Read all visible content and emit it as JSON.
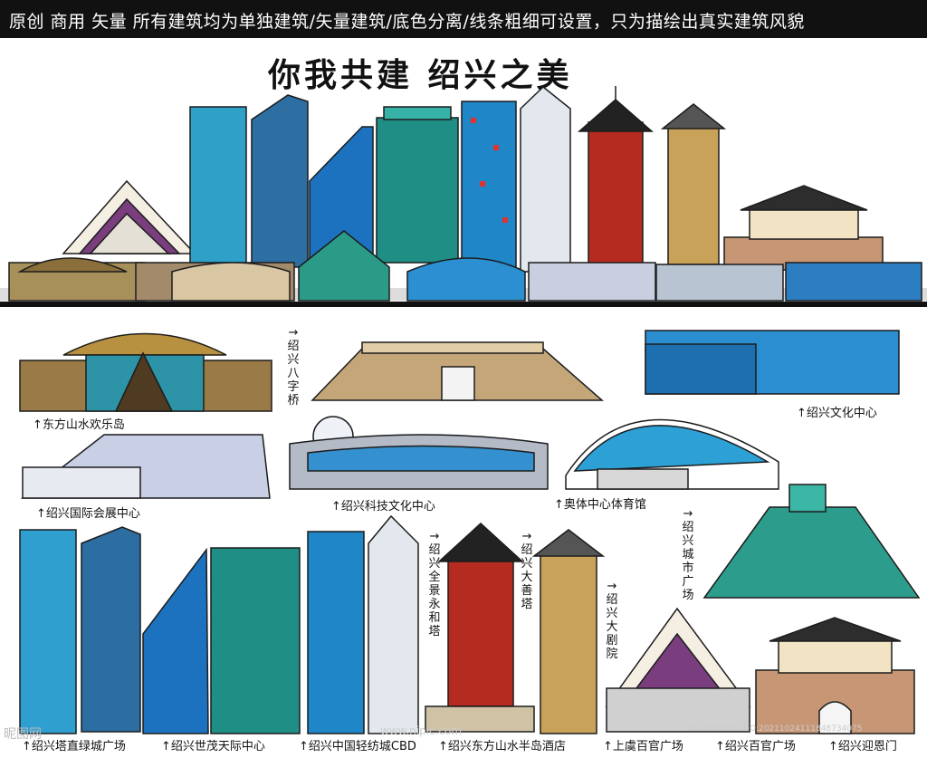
{
  "header": {
    "banner": "原创 商用 矢量 所有建筑均为单独建筑/矢量建筑/底色分离/线条粗细可设置，只为描绘出真实建筑风貌",
    "title": "你我共建 绍兴之美"
  },
  "labels": [
    "↑东方山水欢乐岛",
    "↑绍兴国际会展中心",
    "↑绍兴科技文化中心",
    "↑奥体中心体育馆",
    "↑绍兴文化中心",
    "↑绍兴塔直绿城广场",
    "↑绍兴世茂天际中心",
    "↑绍兴中国轻纺城CBD",
    "↑绍兴东方山水半岛酒店",
    "↑上虞百官广场",
    "↑绍兴百官广场",
    "↑绍兴迎恩门"
  ],
  "vertical_labels": [
    "→绍兴八字桥",
    "→绍兴全景永和塔",
    "→绍兴大善塔",
    "→绍兴大剧院",
    "→绍兴城市广场"
  ],
  "watermark": {
    "left": "昵图网",
    "mid": "www.nipic.com",
    "right": "ID:28220491 NO:20211024111848734075"
  },
  "colors": {
    "banner_bg": "#111111",
    "sky_blue": "#1f86c8",
    "teal": "#1f8f86",
    "tower_brown": "#8a2b1a",
    "pagoda_tan": "#c9a25a",
    "outline": "#1c1c1c"
  }
}
